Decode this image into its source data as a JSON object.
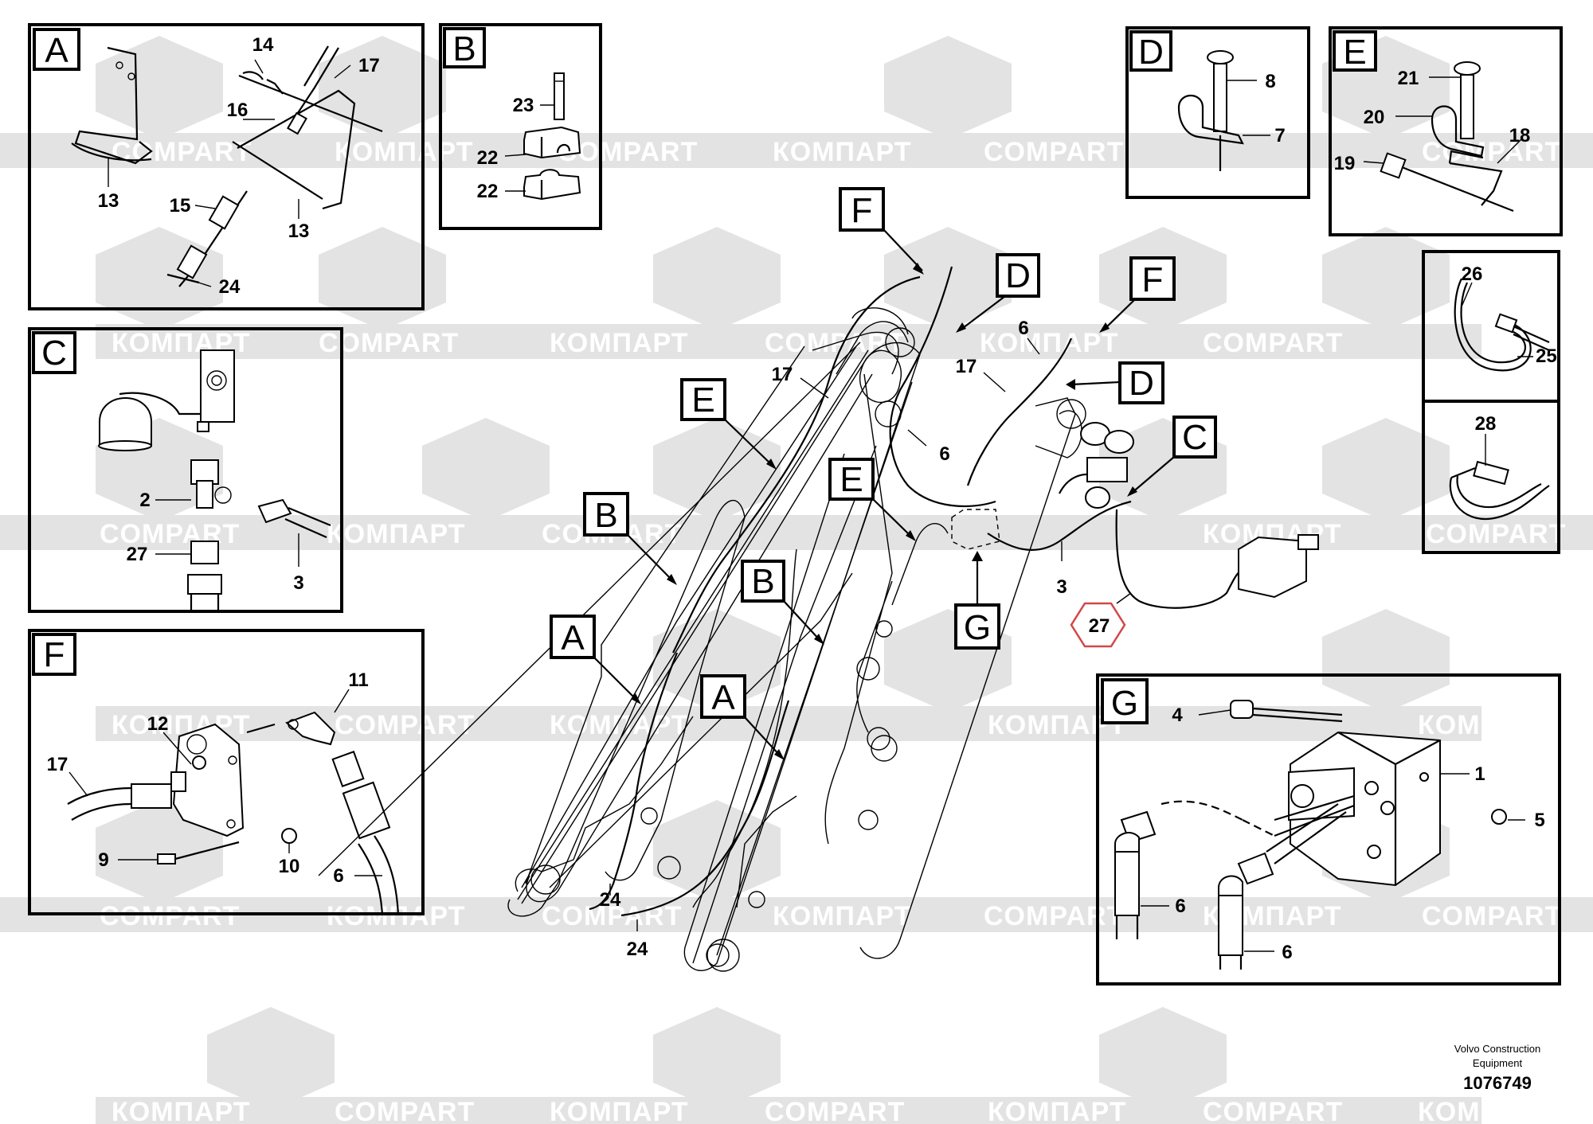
{
  "watermark": {
    "text_ru": "КОМПАРТ",
    "text_en": "COMPART"
  },
  "details": {
    "A": {
      "letter": "A",
      "callouts": [
        "14",
        "17",
        "16",
        "13",
        "15",
        "13",
        "24"
      ]
    },
    "B": {
      "letter": "B",
      "callouts": [
        "23",
        "22",
        "22"
      ]
    },
    "C": {
      "letter": "C",
      "callouts": [
        "2",
        "27",
        "3"
      ]
    },
    "D": {
      "letter": "D",
      "callouts": [
        "8",
        "7"
      ]
    },
    "E": {
      "letter": "E",
      "callouts": [
        "21",
        "20",
        "18",
        "19"
      ]
    },
    "F": {
      "letter": "F",
      "callouts": [
        "11",
        "12",
        "17",
        "9",
        "10",
        "6"
      ]
    },
    "G": {
      "letter": "G",
      "callouts": [
        "4",
        "1",
        "5",
        "6",
        "6"
      ]
    },
    "tie": {
      "callouts": [
        "26",
        "25"
      ]
    },
    "strap": {
      "callouts": [
        "28"
      ]
    }
  },
  "main": {
    "tags": [
      "F",
      "D",
      "F",
      "D",
      "C",
      "E",
      "E",
      "B",
      "B",
      "A",
      "A",
      "G"
    ],
    "callouts": [
      "17",
      "6",
      "17",
      "6",
      "3",
      "24",
      "24"
    ],
    "hex_callout": "27"
  },
  "footer": {
    "company": "Volvo Construction Equipment",
    "company_line1": "Volvo Construction",
    "company_line2": "Equipment",
    "drawing_no": "1076749"
  },
  "colors": {
    "hex_outline": "#d04848",
    "watermark": "#e3e3e3"
  }
}
